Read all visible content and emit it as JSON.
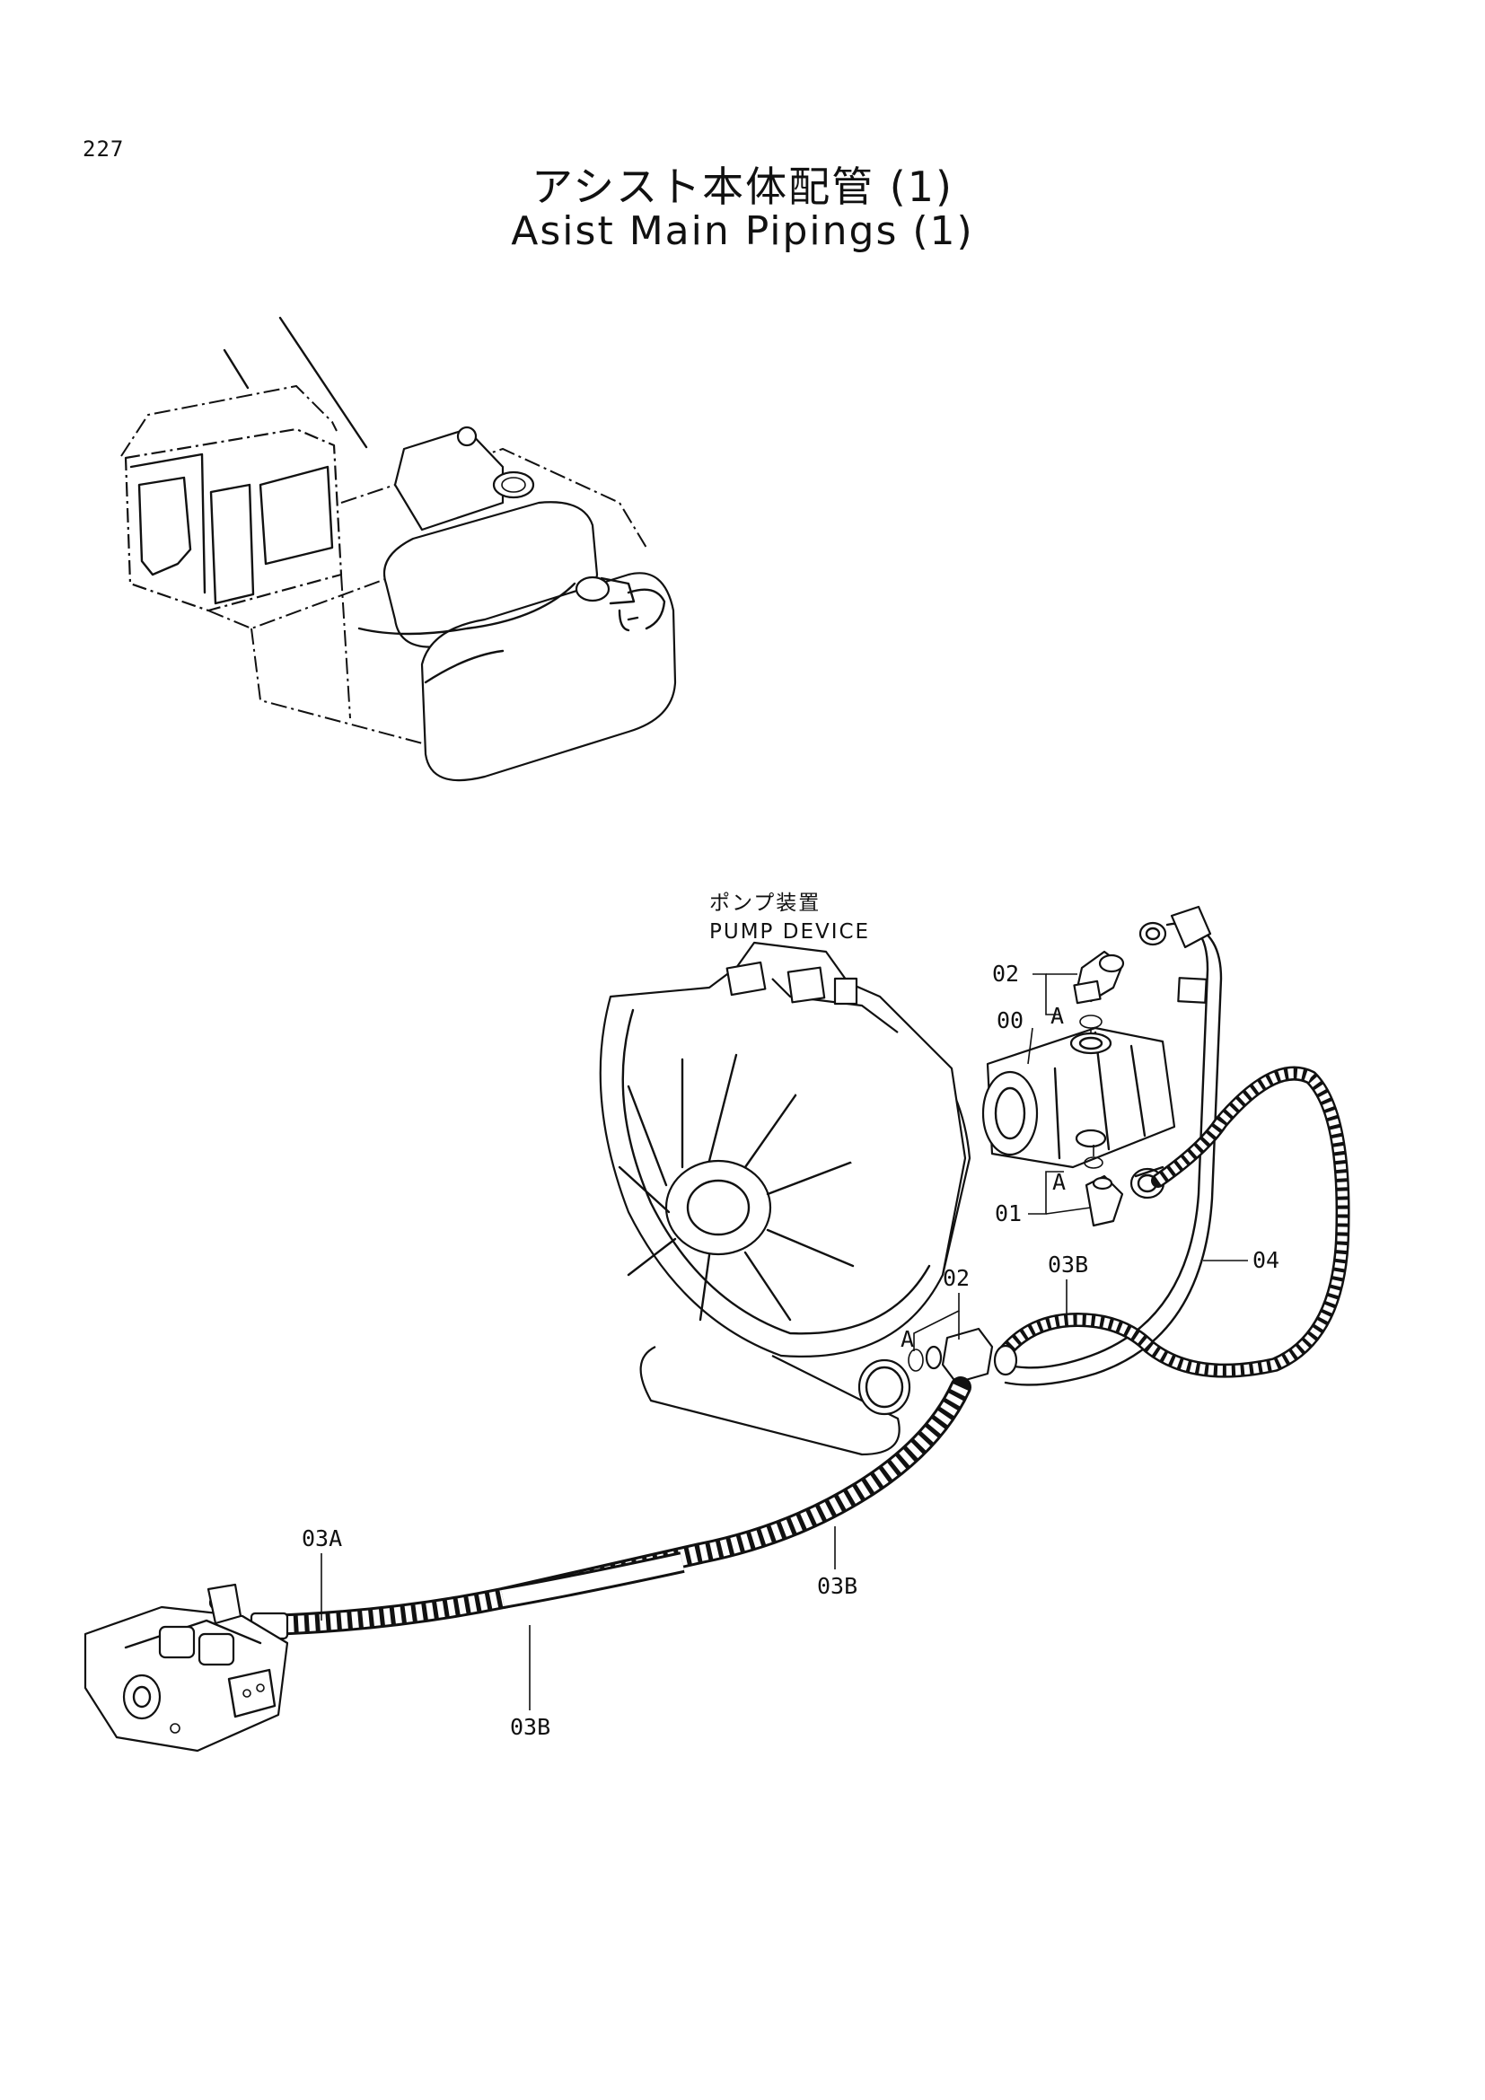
{
  "page": {
    "number": "227",
    "title_ja": "アシスト本体配管 (1)",
    "title_en": "Asist Main Pipings (1)"
  },
  "labels": {
    "pump_device_ja": "ポンプ装置",
    "pump_device_en": "PUMP DEVICE",
    "part_02_top": "02",
    "part_00": "00",
    "part_01": "01",
    "part_02_mid": "02",
    "part_03B_top": "03B",
    "part_04": "04",
    "part_03A": "03A",
    "part_03B_mid": "03B",
    "part_03B_bottom": "03B",
    "marker_A_top": "A",
    "marker_A_lower": "A",
    "marker_A_mid": "A"
  }
}
